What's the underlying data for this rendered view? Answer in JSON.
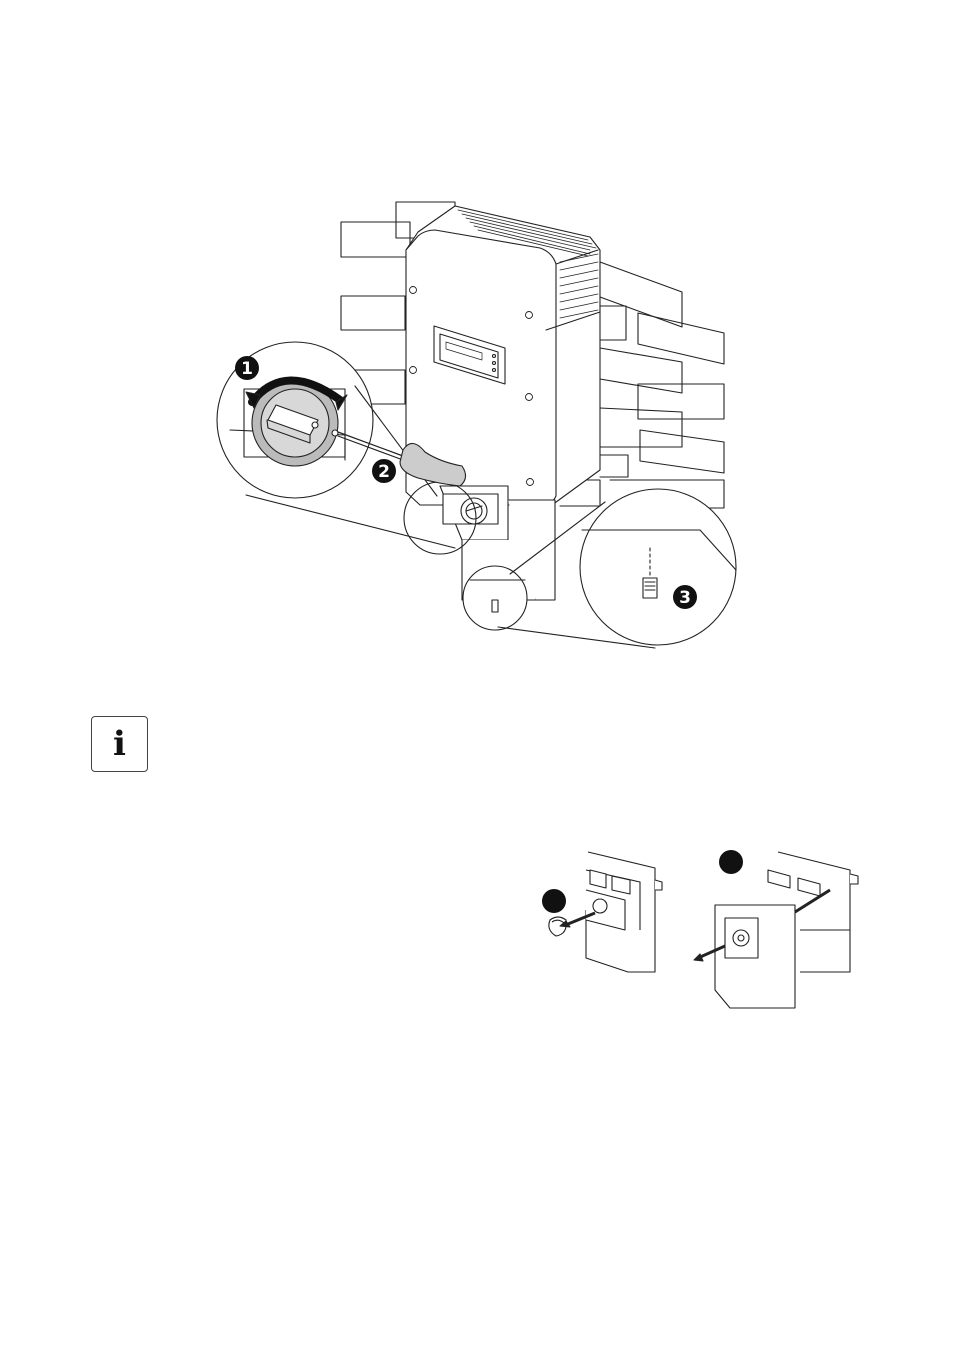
{
  "figure1": {
    "steps": [
      "1",
      "2",
      "3"
    ]
  },
  "info_note": {
    "icon": "info-icon",
    "glyph": "i"
  },
  "figure2": {
    "steps": []
  }
}
